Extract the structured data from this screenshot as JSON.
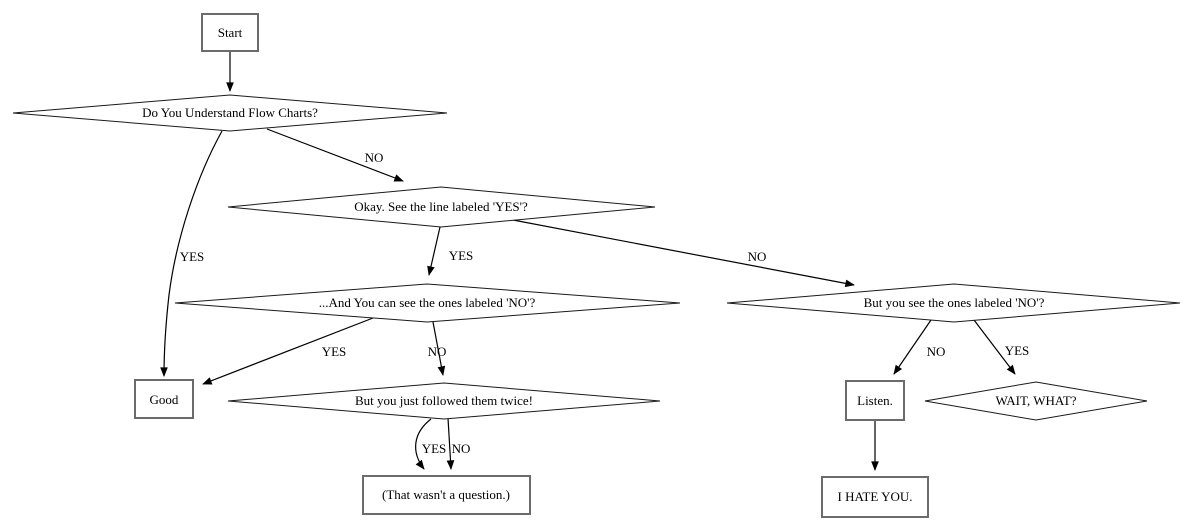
{
  "background": "#ffffff",
  "colors": {
    "box_border": "#6b6b6b",
    "diamond_border": "#1a1a1a",
    "edge": "#000000",
    "text": "#000000"
  },
  "diagram": {
    "type": "flowchart",
    "nodes": {
      "start": {
        "shape": "box",
        "label": "Start"
      },
      "understand": {
        "shape": "diamond",
        "label": "Do You Understand Flow Charts?"
      },
      "okay_see_yes": {
        "shape": "diamond",
        "label": "Okay. See the line labeled 'YES'?"
      },
      "and_see_no": {
        "shape": "diamond",
        "label": "...And You can see the ones labeled 'NO'?"
      },
      "followed_twice": {
        "shape": "diamond",
        "label": "But you just followed them twice!"
      },
      "not_a_question": {
        "shape": "box",
        "label": "(That wasn't a question.)"
      },
      "good": {
        "shape": "box",
        "label": "Good"
      },
      "but_see_no": {
        "shape": "diamond",
        "label": "But you see the ones labeled 'NO'?"
      },
      "listen": {
        "shape": "box",
        "label": "Listen."
      },
      "wait_what": {
        "shape": "diamond",
        "label": "WAIT, WHAT?"
      },
      "i_hate_you": {
        "shape": "box",
        "label": "I HATE YOU."
      }
    },
    "edges": [
      {
        "from": "start",
        "to": "understand",
        "label": ""
      },
      {
        "from": "understand",
        "to": "good",
        "label": "YES"
      },
      {
        "from": "understand",
        "to": "okay_see_yes",
        "label": "NO"
      },
      {
        "from": "okay_see_yes",
        "to": "and_see_no",
        "label": "YES"
      },
      {
        "from": "okay_see_yes",
        "to": "but_see_no",
        "label": "NO"
      },
      {
        "from": "and_see_no",
        "to": "good",
        "label": "YES"
      },
      {
        "from": "and_see_no",
        "to": "followed_twice",
        "label": "NO"
      },
      {
        "from": "followed_twice",
        "to": "not_a_question",
        "label": "YES"
      },
      {
        "from": "followed_twice",
        "to": "not_a_question",
        "label": "NO"
      },
      {
        "from": "but_see_no",
        "to": "listen",
        "label": "NO"
      },
      {
        "from": "but_see_no",
        "to": "wait_what",
        "label": "YES"
      },
      {
        "from": "listen",
        "to": "i_hate_you",
        "label": ""
      }
    ]
  }
}
